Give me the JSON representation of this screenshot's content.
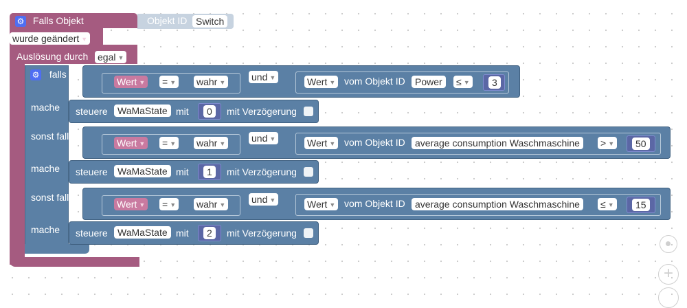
{
  "event": {
    "title": "Falls Objekt",
    "object_label": "Objekt ID",
    "object_value": "Switch",
    "changed": "wurde geändert",
    "trigger_label": "Auslösung durch",
    "trigger_value": "egal"
  },
  "if_block": {
    "keywords": {
      "if": "falls",
      "do": "mache",
      "else_if": "sonst falls"
    },
    "and_label": "und",
    "branches": [
      {
        "left": {
          "value_label": "Wert",
          "op": "=",
          "compare": "wahr"
        },
        "right": {
          "value_label": "Wert",
          "of_object": "vom Objekt ID",
          "object": "Power",
          "op": "≤",
          "number": "3"
        },
        "action": {
          "control": "steuere",
          "target": "WaMaState",
          "with": "mit",
          "value": "0",
          "delay": "mit Verzögerung"
        }
      },
      {
        "left": {
          "value_label": "Wert",
          "op": "=",
          "compare": "wahr"
        },
        "right": {
          "value_label": "Wert",
          "of_object": "vom Objekt ID",
          "object": "average consumption Waschmaschine",
          "op": ">",
          "number": "50"
        },
        "action": {
          "control": "steuere",
          "target": "WaMaState",
          "with": "mit",
          "value": "1",
          "delay": "mit Verzögerung"
        }
      },
      {
        "left": {
          "value_label": "Wert",
          "op": "=",
          "compare": "wahr"
        },
        "right": {
          "value_label": "Wert",
          "of_object": "vom Objekt ID",
          "object": "average consumption Waschmaschine",
          "op": "≤",
          "number": "15"
        },
        "action": {
          "control": "steuere",
          "target": "WaMaState",
          "with": "mit",
          "value": "2",
          "delay": "mit Verzögerung"
        }
      }
    ]
  },
  "icons": {
    "gear": "gear-icon",
    "dropdown": "chevron-down-icon",
    "recenter": "target-icon",
    "zoom_in": "zoom-in-icon"
  },
  "colors": {
    "event": "#a55b80",
    "logic": "#5b80a5",
    "number": "#5b67a5",
    "background": "#ffffff"
  }
}
